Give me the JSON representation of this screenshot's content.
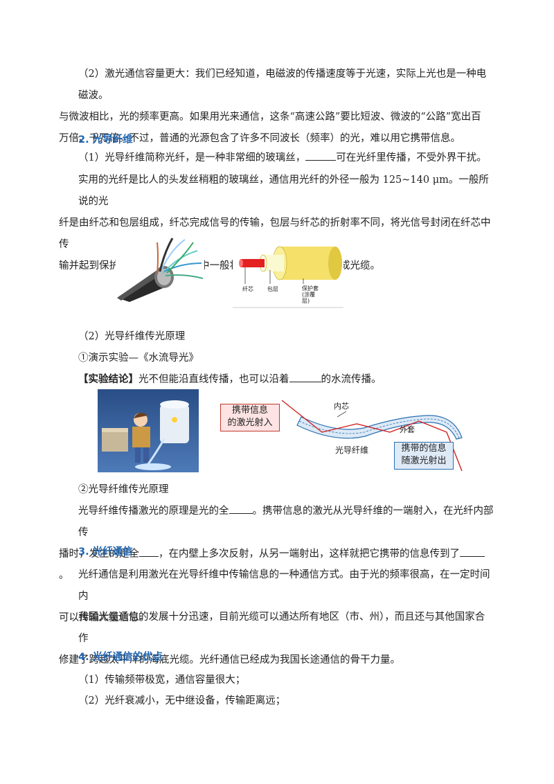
{
  "para1": {
    "l1": "（2）激光通信容量更大：我们已经知道，电磁波的传播速度等于光速，实际上光也是一种电磁波。",
    "l2": "与微波相比，光的频率更高。如果用光来通信，这条“高速公路”要比短波、微波的“公路”宽出百",
    "l3": "万倍、千万倍。不过，普通的光源包含了许多不同波长（频率）的光，难以用它携带信息。"
  },
  "section2": {
    "title": "2. 光导纤维"
  },
  "fiber_intro": {
    "a": "（1）光导纤维简称光纤，是一种非常细的玻璃丝，",
    "b": "可在光纤里传播，不受外界干扰。"
  },
  "fiber_desc": {
    "l1": "实用的光纤是比人的头发丝稍粗的玻璃丝，通信用光纤的外径一般为 125~140 μm。一般所说的光",
    "l2": "纤是由纤芯和包层组成，纤芯完成信号的传输，包层与纤芯的折射率不同，将光信号封闭在纤芯中传",
    "l3": "输并起到保护纤芯的作用。工程中一般将多条光纤固定在一起构成光缆。"
  },
  "fig1": {
    "core": "纤芯",
    "cladding": "包层",
    "jacket_l1": "保护套",
    "jacket_l2": "(涂覆",
    "jacket_l3": "层)"
  },
  "principle": {
    "title": "（2）光导纤维传光原理",
    "demo": "①演示实验—《水流导光》",
    "conclusion_tag": "【实验结论】",
    "conclusion_a": "光不但能沿直线传播，也可以沿着",
    "conclusion_b": "的水流传播。"
  },
  "fig2": {
    "in_l1": "携带信息",
    "in_l2": "的激光射入",
    "inner": "内芯",
    "outer": "外套",
    "fiber": "光导纤维",
    "out_l1": "携带的信息",
    "out_l2": "随激光射出"
  },
  "principle2": {
    "title": "②光导纤维传光原理",
    "l1a": "光导纤维传播激光的原理是光的全",
    "l1b": "。携带信息的激光从光导纤维的一端射入，在光纤内部传",
    "l2a": "播时，发生的是全",
    "l2b": "，在内壁上多次反射，从另一端射出，这样就把它携带的信息传到了",
    "l2c": "。"
  },
  "section3": {
    "title": "3. 光纤通信",
    "p1l1": "光纤通信是利用激光在光导纤维中传输信息的一种通信方式。由于光的频率很高，在一定时间内",
    "p1l2": "可以传输大量信息。",
    "p2l1": "我国光缆通信的发展十分迅速，目前光缆可以通达所有地区（市、州），而且还与其他国家合作",
    "p2l2": "修建了跨越太平洋的海底光缆。光纤通信已经成为我国长途通信的骨干力量。"
  },
  "section4": {
    "title": "4. 光纤通信的优点",
    "item1": "（1）传输频带极宽，通信容量很大；",
    "item2": "（2）光纤衰减小，无中继设备，传输距离远；"
  }
}
